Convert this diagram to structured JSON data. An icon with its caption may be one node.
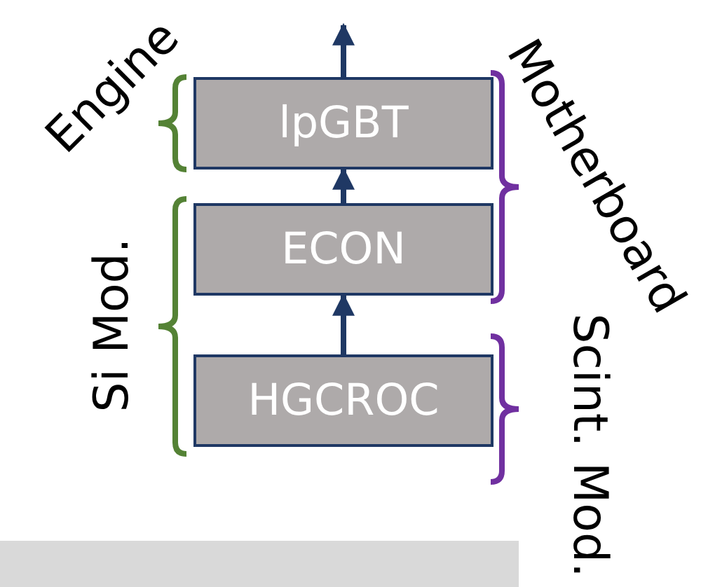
{
  "diagram": {
    "nodes": [
      {
        "text": [
          "lpGBT"
        ]
      },
      {
        "text": [
          "ECON"
        ]
      },
      {
        "text": [
          "HGCROC"
        ]
      },
      {
        "text": [],
        "shape": "bar"
      }
    ],
    "edges": [
      {
        "from": 2,
        "to": 1,
        "arrow": "to"
      },
      {
        "from": 1,
        "to": 0,
        "arrow": "to"
      },
      {
        "from": 0,
        "to": null,
        "arrow": "to"
      }
    ],
    "labels": [
      "Engine",
      "Motherboard",
      "Si Mod.",
      "Scint. Mod."
    ]
  }
}
